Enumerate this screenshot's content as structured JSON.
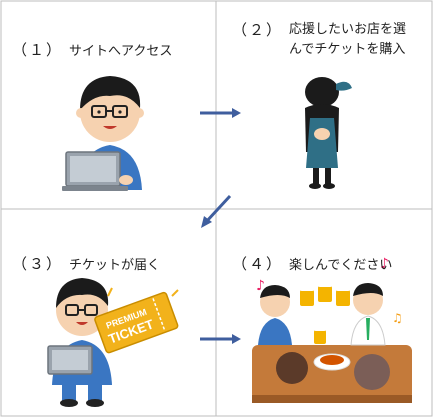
{
  "steps": [
    {
      "number": "（１）",
      "text": "サイトへアクセス"
    },
    {
      "number": "（２）",
      "text": "応援したいお店を選\nんでチケットを購入"
    },
    {
      "number": "（３）",
      "text": "チケットが届く"
    },
    {
      "number": "（４）",
      "text": "楽しんでください"
    }
  ],
  "ticket": {
    "line1": "PREMIUM",
    "line2": "TICKET"
  },
  "colors": {
    "grid": "#bdbdbd",
    "arrow": "#3f5e9e",
    "skin": "#f6d2b0",
    "hair": "#1b1b1b",
    "hoodie": "#3a76c2",
    "apron": "#2f6f86",
    "ticket": "#f2b21b",
    "table": "#c47a3a"
  },
  "icons": [
    "arrow-right-icon",
    "arrow-down-left-icon",
    "laptop-icon",
    "ticket-icon",
    "beer-mug-icon",
    "music-note-icon"
  ]
}
